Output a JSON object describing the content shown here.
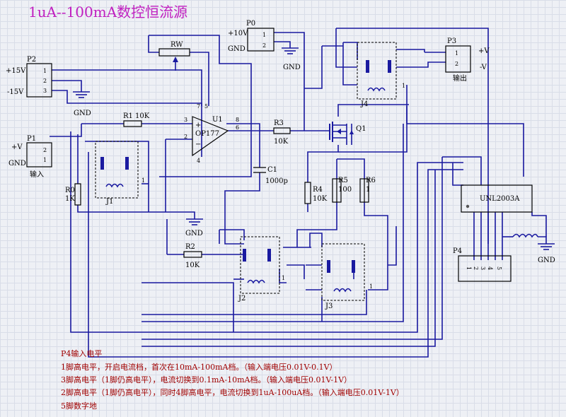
{
  "title": "1uA--100mA数控恒流源",
  "connectors": {
    "p0": {
      "ref": "P0",
      "pins": [
        "1",
        "2"
      ],
      "labels": [
        "+10V",
        "GND"
      ]
    },
    "p1": {
      "ref": "P1",
      "pins": [
        "2",
        "1"
      ],
      "labels": [
        "+V",
        "GND"
      ],
      "caption": "输入"
    },
    "p2": {
      "ref": "P2",
      "pins": [
        "1",
        "2",
        "3"
      ],
      "labels": [
        "+15V",
        "-15V"
      ]
    },
    "p3": {
      "ref": "P3",
      "pins": [
        "1",
        "2"
      ],
      "labels": [
        "+V",
        "-V"
      ],
      "caption": "输出"
    },
    "p4": {
      "ref": "P4",
      "pins": [
        "1",
        "2",
        "3",
        "4",
        "5"
      ]
    }
  },
  "components": {
    "u1": {
      "ref": "U1",
      "part": "OP177",
      "pins": [
        "3",
        "2",
        "6",
        "7",
        "4",
        "8",
        "5"
      ],
      "plus": "+",
      "minus": "−"
    },
    "rw": {
      "ref": "RW"
    },
    "r0": {
      "ref": "R0",
      "value": "1K"
    },
    "r1": {
      "ref": "R1",
      "value": "10K"
    },
    "r2": {
      "ref": "R2",
      "value": "10K"
    },
    "r3": {
      "ref": "R3",
      "value": "10K"
    },
    "r4": {
      "ref": "R4",
      "value": "10K"
    },
    "r5": {
      "ref": "R5",
      "value": "100"
    },
    "r6": {
      "ref": "R6",
      "value": "1"
    },
    "c1": {
      "ref": "C1",
      "value": "1000p"
    },
    "q1": {
      "ref": "Q1"
    },
    "uln": {
      "part": "UNL2003A"
    },
    "relays": {
      "j1": "J1",
      "j2": "J2",
      "j3": "J3",
      "j4": "J4",
      "pin": "1"
    }
  },
  "gnd_label": "GND",
  "notes": [
    "P4输入电平",
    "1脚高电平，开启电流档，首次在10mA-100mA档。（输入端电压0.01V-0.1V）",
    "3脚高电平（1脚仍高电平），电流切换到0.1mA-10mA档。（输入端电压0.01V-1V）",
    "2脚高电平（1脚仍高电平），同时4脚高电平，电流切换到1uA-100uA档。（输入端电压0.01V-1V）",
    "5脚数字地"
  ],
  "colors": {
    "wire": "#1a1aa0",
    "component_fill": "#fdfdc8",
    "ic_fill": "#a8a8b4",
    "title": "#c020c0",
    "notes": "#a00000"
  }
}
